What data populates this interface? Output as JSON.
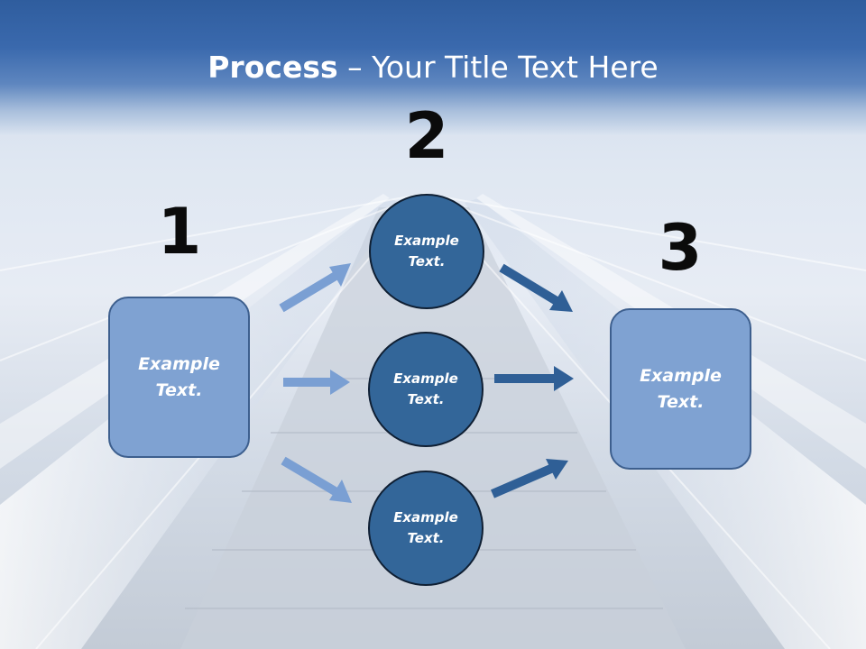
{
  "title": {
    "bold": "Process",
    "rest": " – Your Title Text Here"
  },
  "steps": [
    {
      "number": "1",
      "text": "Example Text."
    },
    {
      "number": "2",
      "items": [
        "Example Text.",
        "Example Text.",
        "Example Text."
      ]
    },
    {
      "number": "3",
      "text": "Example Text."
    }
  ],
  "colors": {
    "banner": "#3a69ad",
    "box_fill": "#7fa2d2",
    "circle_fill": "#336699",
    "arrow_light": "#7a9fd3",
    "arrow_dark": "#2f5f96"
  }
}
